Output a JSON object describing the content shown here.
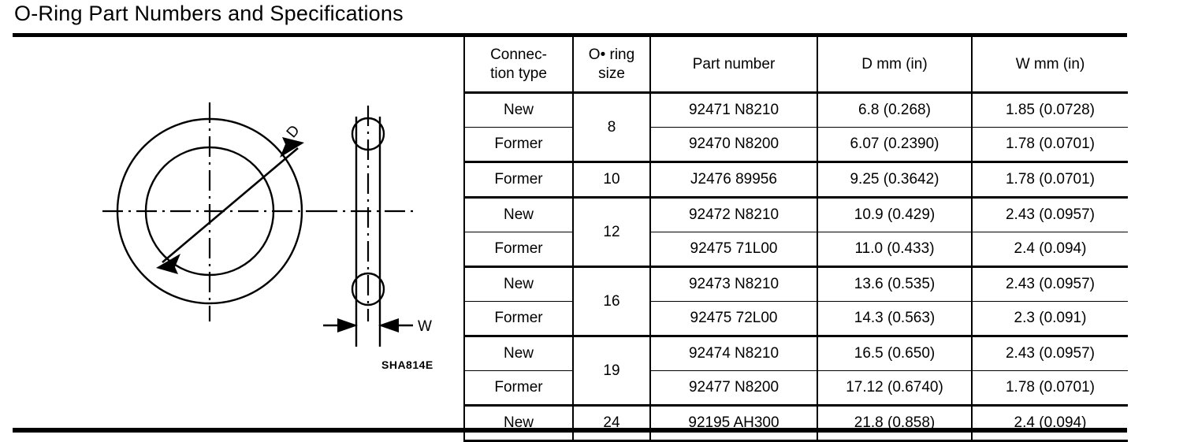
{
  "title": "O-Ring Part Numbers and Specifications",
  "figure": {
    "diameter_label": "D",
    "width_label": "W",
    "figure_code": "SHA814E"
  },
  "table": {
    "headers": {
      "connection_type_line1": "Connec-",
      "connection_type_line2": "tion type",
      "oring_size_line1": "O• ring",
      "oring_size_line2": "size",
      "part_number": "Part number",
      "d": "D    mm (in)",
      "w": "W    mm (in)"
    },
    "groups": [
      {
        "size": "8",
        "rows": [
          {
            "connection": "New",
            "part": "92471 N8210",
            "d": "6.8 (0.268)",
            "w": "1.85 (0.0728)"
          },
          {
            "connection": "Former",
            "part": "92470 N8200",
            "d": "6.07 (0.2390)",
            "w": "1.78 (0.0701)"
          }
        ]
      },
      {
        "size": "10",
        "rows": [
          {
            "connection": "Former",
            "part": "J2476 89956",
            "d": "9.25 (0.3642)",
            "w": "1.78 (0.0701)"
          }
        ]
      },
      {
        "size": "12",
        "rows": [
          {
            "connection": "New",
            "part": "92472 N8210",
            "d": "10.9 (0.429)",
            "w": "2.43 (0.0957)"
          },
          {
            "connection": "Former",
            "part": "92475 71L00",
            "d": "11.0 (0.433)",
            "w": "2.4 (0.094)"
          }
        ]
      },
      {
        "size": "16",
        "rows": [
          {
            "connection": "New",
            "part": "92473 N8210",
            "d": "13.6 (0.535)",
            "w": "2.43 (0.0957)"
          },
          {
            "connection": "Former",
            "part": "92475 72L00",
            "d": "14.3 (0.563)",
            "w": "2.3 (0.091)"
          }
        ]
      },
      {
        "size": "19",
        "rows": [
          {
            "connection": "New",
            "part": "92474 N8210",
            "d": "16.5 (0.650)",
            "w": "2.43 (0.0957)"
          },
          {
            "connection": "Former",
            "part": "92477 N8200",
            "d": "17.12 (0.6740)",
            "w": "1.78 (0.0701)"
          }
        ]
      },
      {
        "size": "24",
        "rows": [
          {
            "connection": "New",
            "part": "92195 AH300",
            "d": "21.8 (0.858)",
            "w": "2.4 (0.094)"
          }
        ]
      }
    ]
  }
}
